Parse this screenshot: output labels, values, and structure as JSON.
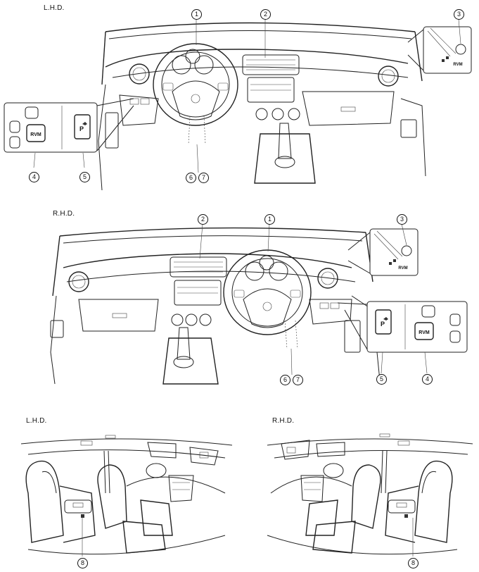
{
  "sections": {
    "lhd_dash": "L.H.D.",
    "rhd_dash": "R.H.D.",
    "lhd_interior": "L.H.D.",
    "rhd_interior": "R.H.D."
  },
  "callouts": {
    "n1": "1",
    "n2": "2",
    "n3": "3",
    "n4": "4",
    "n5": "5",
    "n6": "6",
    "n7": "7",
    "n8": "8"
  },
  "switch_text": {
    "rvm": "RVM",
    "rvm_small": "RVM"
  }
}
